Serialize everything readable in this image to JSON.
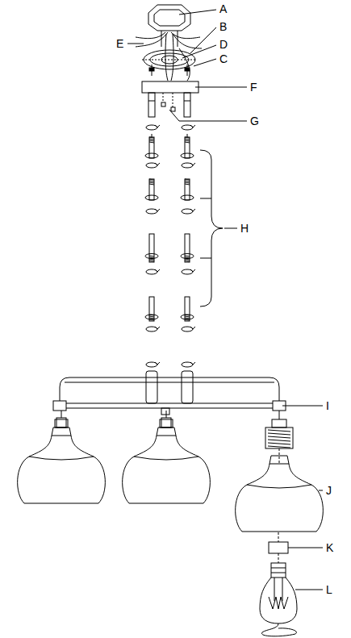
{
  "diagram": {
    "labels": [
      "A",
      "B",
      "D",
      "C",
      "E",
      "F",
      "G",
      "H",
      "I",
      "J",
      "K",
      "L"
    ]
  }
}
